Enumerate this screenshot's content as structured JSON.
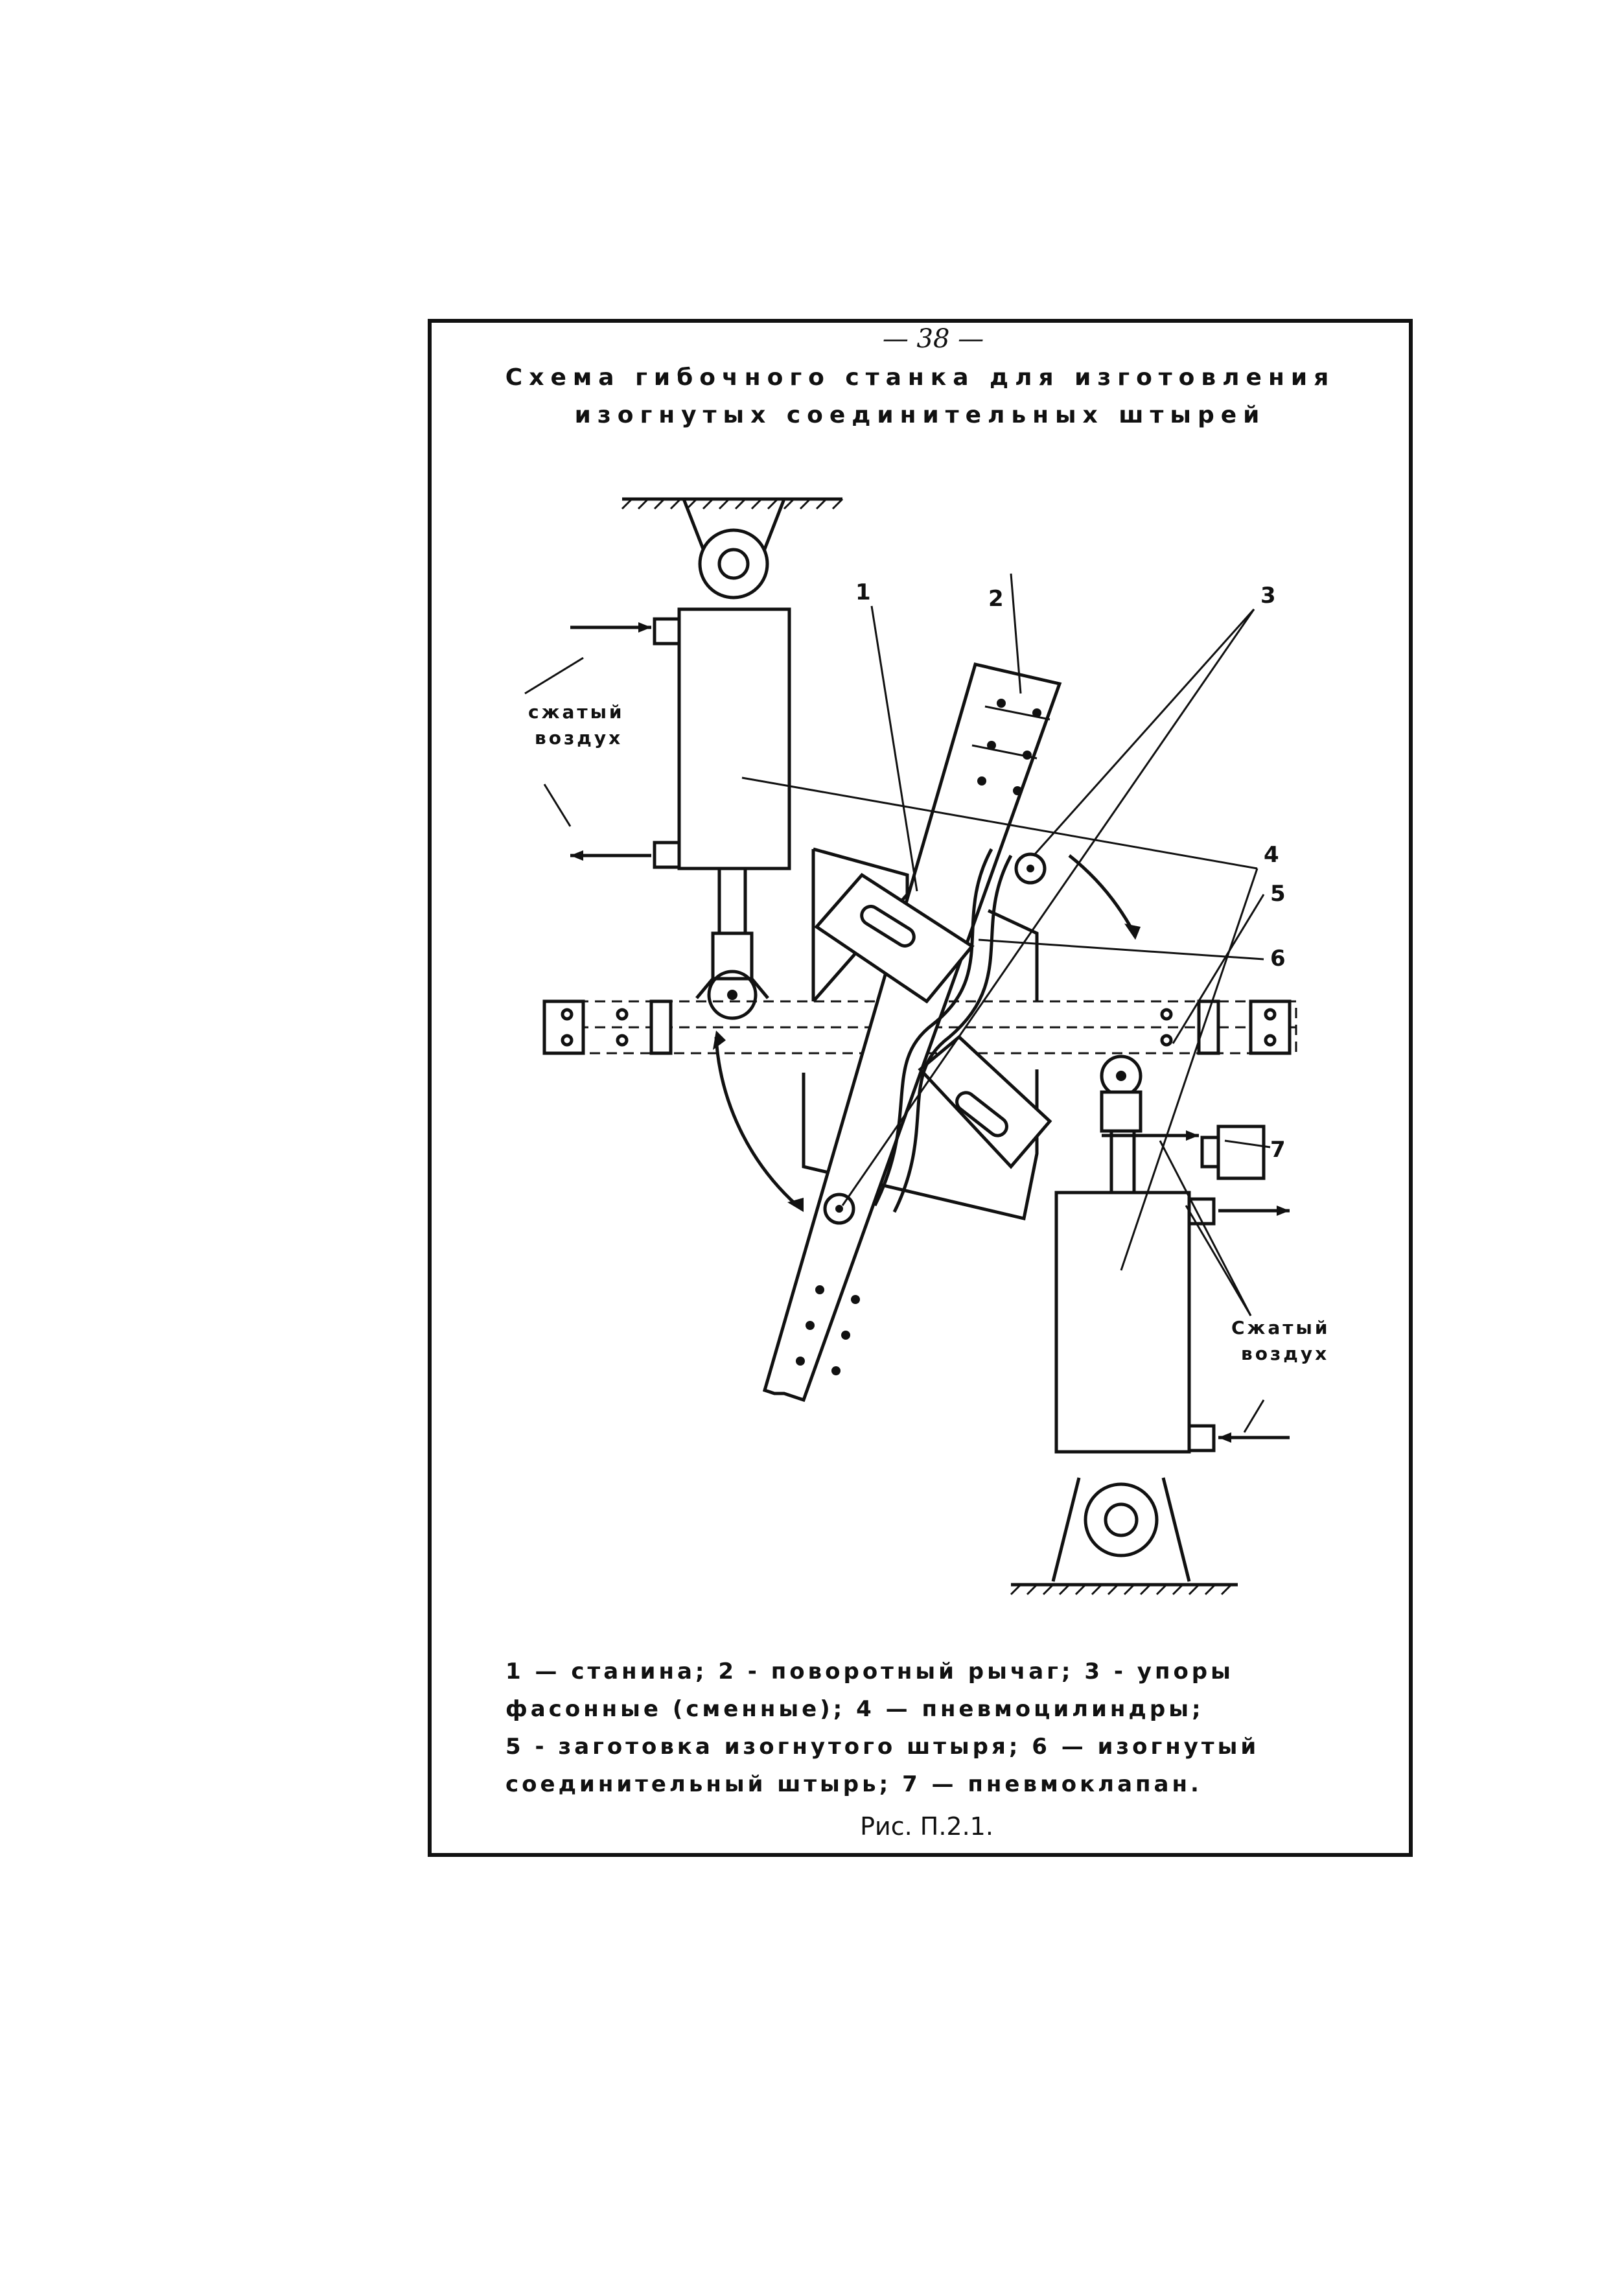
{
  "page": {
    "number": "— 38 —",
    "title_line1": "Схема гибочного станка для изготовления",
    "title_line2": "изогнутых соединительных штырей"
  },
  "labels": {
    "l1": "1",
    "l2": "2",
    "l3": "3",
    "l4": "4",
    "l5": "5",
    "l6": "6",
    "l7": "7"
  },
  "air_left": {
    "line1": "сжатый",
    "line2": "воздух"
  },
  "air_right": {
    "line1": "Сжатый",
    "line2": "воздух"
  },
  "legend": {
    "line1": "1 — станина;  2 - поворотный  рычаг;   3 - упоры",
    "line2": "фасонные (сменные);   4 — пневмоцилиндры;",
    "line3": "5 - заготовка  изогнутого  штыря;   6 — изогнутый",
    "line4": "соединительный  штырь;    7 — пневмоклапан."
  },
  "caption": "Рис. П.2.1."
}
